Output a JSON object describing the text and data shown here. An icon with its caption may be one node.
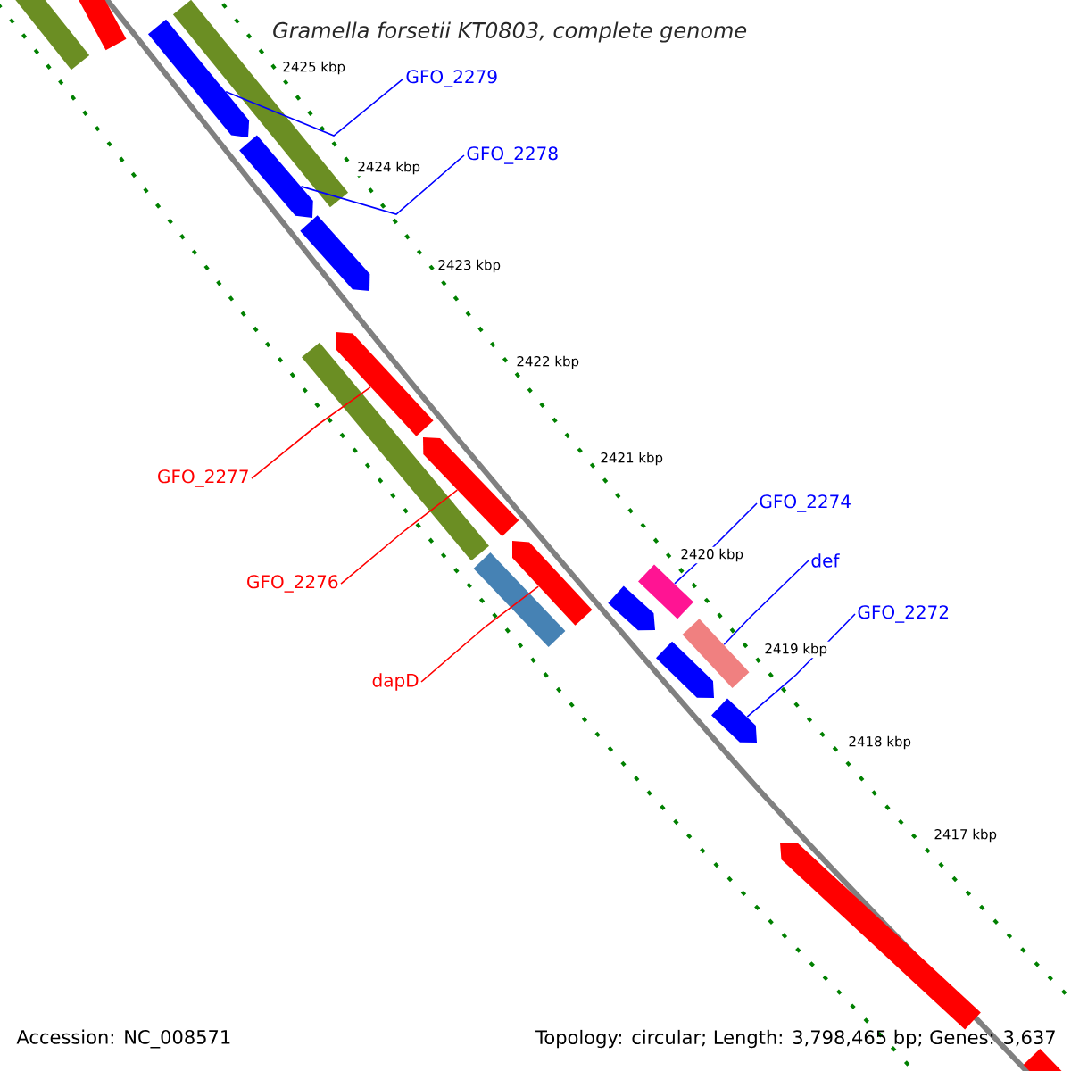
{
  "diagram": {
    "title": "Gramella forsetii KT0803, complete genome",
    "nodes": [
      {
        "text": [
          "GFO_2279"
        ]
      },
      {
        "text": [
          "GFO_2278"
        ]
      },
      {
        "text": [
          "GFO_2277"
        ]
      },
      {
        "text": [
          "GFO_2276"
        ]
      },
      {
        "text": [
          "dapD"
        ]
      },
      {
        "text": [
          "GFO_2274"
        ]
      },
      {
        "text": [
          "def"
        ]
      },
      {
        "text": [
          "GFO_2272"
        ]
      },
      {
        "text": [],
        "shape": "bar"
      },
      {
        "text": [],
        "shape": "bar"
      },
      {
        "text": [],
        "shape": "arrow"
      },
      {
        "text": [],
        "shape": "bar"
      },
      {
        "text": [],
        "shape": "arrow"
      },
      {
        "text": [],
        "shape": "arrow"
      },
      {
        "text": [],
        "shape": "arrow"
      },
      {
        "text": [],
        "shape": "bar"
      },
      {
        "text": [],
        "shape": "arrow"
      },
      {
        "text": [],
        "shape": "arrow"
      },
      {
        "text": [],
        "shape": "bar"
      },
      {
        "text": [],
        "shape": "arrow"
      },
      {
        "text": [],
        "shape": "bar"
      },
      {
        "text": [],
        "shape": "bar"
      },
      {
        "text": [],
        "shape": "arrow"
      },
      {
        "text": [],
        "shape": "arrow"
      },
      {
        "text": [],
        "shape": "arrow"
      },
      {
        "text": [],
        "shape": "bar"
      }
    ],
    "edges": [
      {
        "from": 0,
        "to": 10,
        "arrow": "none"
      },
      {
        "from": 1,
        "to": 12,
        "arrow": "none"
      },
      {
        "from": 2,
        "to": 14,
        "arrow": "none",
        "color": "#ff0000"
      },
      {
        "from": 3,
        "to": 16,
        "arrow": "none",
        "color": "#ff0000"
      },
      {
        "from": 4,
        "to": 17,
        "arrow": "none",
        "color": "#ff0000"
      },
      {
        "from": 5,
        "to": 20,
        "arrow": "none"
      },
      {
        "from": 6,
        "to": 21,
        "arrow": "none"
      },
      {
        "from": 7,
        "to": 23,
        "arrow": "none"
      }
    ],
    "labels": [
      "2425 kbp",
      "2424 kbp",
      "2423 kbp",
      "2422 kbp",
      "2421 kbp",
      "2420 kbp",
      "2419 kbp",
      "2418 kbp",
      "2417 kbp",
      "Accession: NC_008571",
      "Topology: circular; Length: 3,798,465 bp; Genes: 3,637"
    ]
  }
}
